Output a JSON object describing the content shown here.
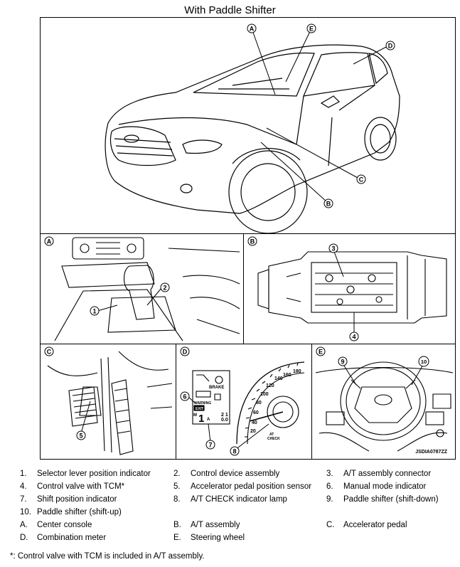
{
  "title": "With Paddle Shifter",
  "callouts": {
    "A": "A",
    "B": "B",
    "C": "C",
    "D": "D",
    "E": "E",
    "n1": "1",
    "n2": "2",
    "n3": "3",
    "n4": "4",
    "n5": "5",
    "n6": "6",
    "n7": "7",
    "n8": "8",
    "n9": "9",
    "n10": "10"
  },
  "meter_text": {
    "brake": "BRAKE",
    "warning": "WARNING",
    "exit": "EXIT",
    "m": "M",
    "gear": "1",
    "a": "A",
    "odo1": "2 1",
    "odo2": "0.0",
    "at_check_1": "AT",
    "at_check_2": "CHECK"
  },
  "speedo_ticks": [
    "20",
    "40",
    "60",
    "80",
    "100",
    "120",
    "140",
    "160",
    "180"
  ],
  "figure_code": "JSDIA0787ZZ",
  "legend": [
    {
      "num": "1.",
      "text": "Selector lever position indicator"
    },
    {
      "num": "2.",
      "text": "Control device assembly"
    },
    {
      "num": "3.",
      "text": "A/T assembly connector"
    },
    {
      "num": "4.",
      "text": "Control valve with TCM*"
    },
    {
      "num": "5.",
      "text": "Accelerator pedal position sensor"
    },
    {
      "num": "6.",
      "text": "Manual mode indicator"
    },
    {
      "num": "7.",
      "text": "Shift position indicator"
    },
    {
      "num": "8.",
      "text": "A/T CHECK indicator lamp"
    },
    {
      "num": "9.",
      "text": "Paddle shifter (shift-down)"
    },
    {
      "num": "10.",
      "text": "Paddle shifter (shift-up)"
    },
    {
      "num": "A.",
      "text": "Center console"
    },
    {
      "num": "B.",
      "text": "A/T assembly"
    },
    {
      "num": "C.",
      "text": "Accelerator pedal"
    },
    {
      "num": "D.",
      "text": "Combination meter"
    },
    {
      "num": "E.",
      "text": "Steering wheel"
    }
  ],
  "footnote": "*: Control valve with TCM is included in A/T assembly."
}
